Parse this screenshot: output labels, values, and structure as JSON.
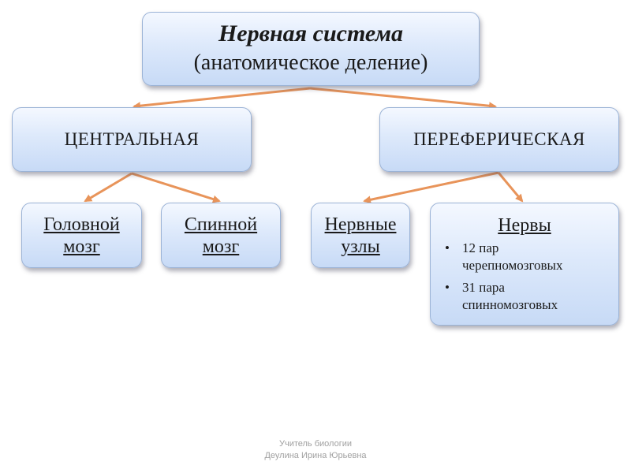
{
  "root": {
    "title": "Нервная система",
    "subtitle": "(анатомическое деление)"
  },
  "central": {
    "label": "ЦЕНТРАЛЬНАЯ",
    "children": [
      {
        "line1": "Головной",
        "line2": "мозг"
      },
      {
        "line1": "Спинной",
        "line2": "мозг"
      }
    ]
  },
  "peripheral": {
    "label": "ПЕРЕФЕРИЧЕСКАЯ",
    "ganglia": {
      "line1": "Нервные",
      "line2": "узлы"
    },
    "nerves": {
      "title": "Нервы",
      "items": [
        {
          "line1": "12 пар",
          "line2": "черепномозговых"
        },
        {
          "line1": "31 пара",
          "line2": "спинномозговых"
        }
      ]
    }
  },
  "footer": {
    "line1": "Учитель биологии",
    "line2": "Деулина Ирина Юрьевна"
  },
  "colors": {
    "arrow": "#e8945a",
    "box_border": "#9bb3d6",
    "footer_text": "#a0a0a0"
  }
}
